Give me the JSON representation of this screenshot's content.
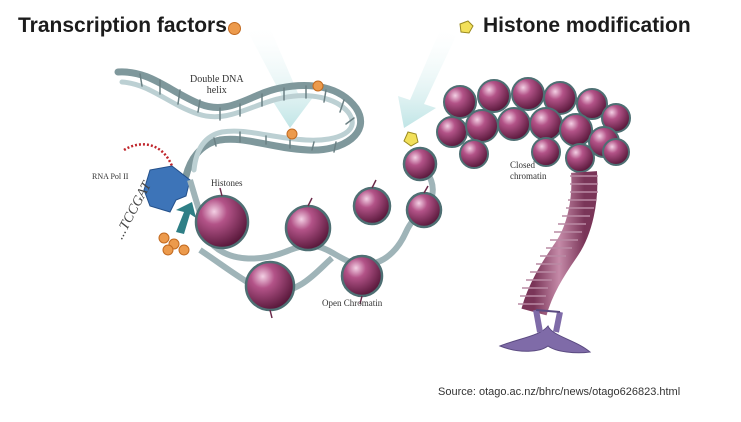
{
  "headings": {
    "transcription_factors": "Transcription factors",
    "histone_modification": "Histone modification"
  },
  "labels": {
    "double_dna_helix_line1": "Double DNA",
    "double_dna_helix_line2": "helix",
    "rna_pol": "RNA Pol II",
    "histones": "Histones",
    "closed_chromatin_line1": "Closed",
    "closed_chromatin_line2": "chromatin",
    "open_chromatin": "Open Chromatin",
    "sequence": "...TCCGAT"
  },
  "source": "Source: otago.ac.nz/bhrc/news/otago626823.html",
  "colors": {
    "transcription_factor": "#ec9a4c",
    "histone_mark": "#f2e05a",
    "nucleosome": "#8e2f63",
    "dna": "#9fb4b8",
    "rna_pol": "#3d74b8",
    "arrow": "#cfe9ea",
    "chromosome": "#7f6ba8"
  },
  "icons": {
    "transcription_factor": "orange-dot-icon",
    "histone_mark": "yellow-pentagon-icon"
  }
}
